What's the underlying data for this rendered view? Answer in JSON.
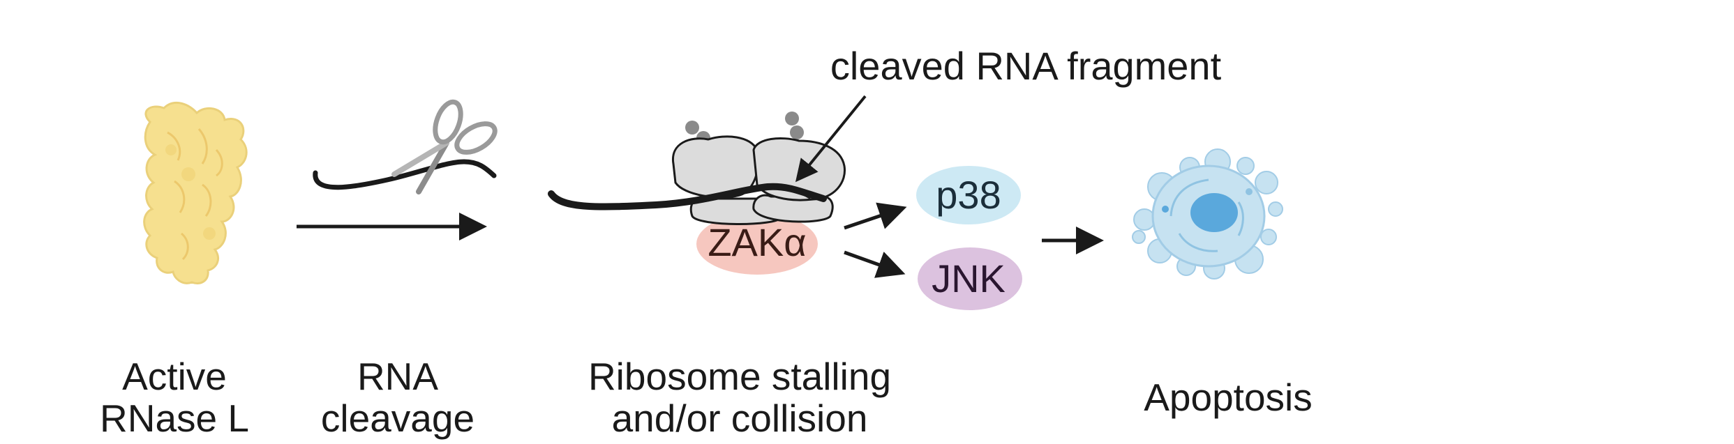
{
  "steps": [
    {
      "line1": "Active",
      "line2": "RNase L"
    },
    {
      "line1": "RNA",
      "line2": "cleavage"
    },
    {
      "line1": "Ribosome stalling",
      "line2": "and/or collision"
    },
    {
      "line1": "Apoptosis",
      "line2": ""
    }
  ],
  "callout": "cleaved RNA fragment",
  "kinases": {
    "zak": "ZAKα",
    "p38": "p38",
    "jnk": "JNK"
  },
  "colors": {
    "rnase": "#f6e08f",
    "zak_fill": "#f6c7bf",
    "p38_fill": "#cde9f4",
    "jnk_fill": "#dcc2df",
    "ribosome": "#dcdcdc",
    "cell": "#c6e2f1",
    "nucleus": "#5aa8dc"
  }
}
